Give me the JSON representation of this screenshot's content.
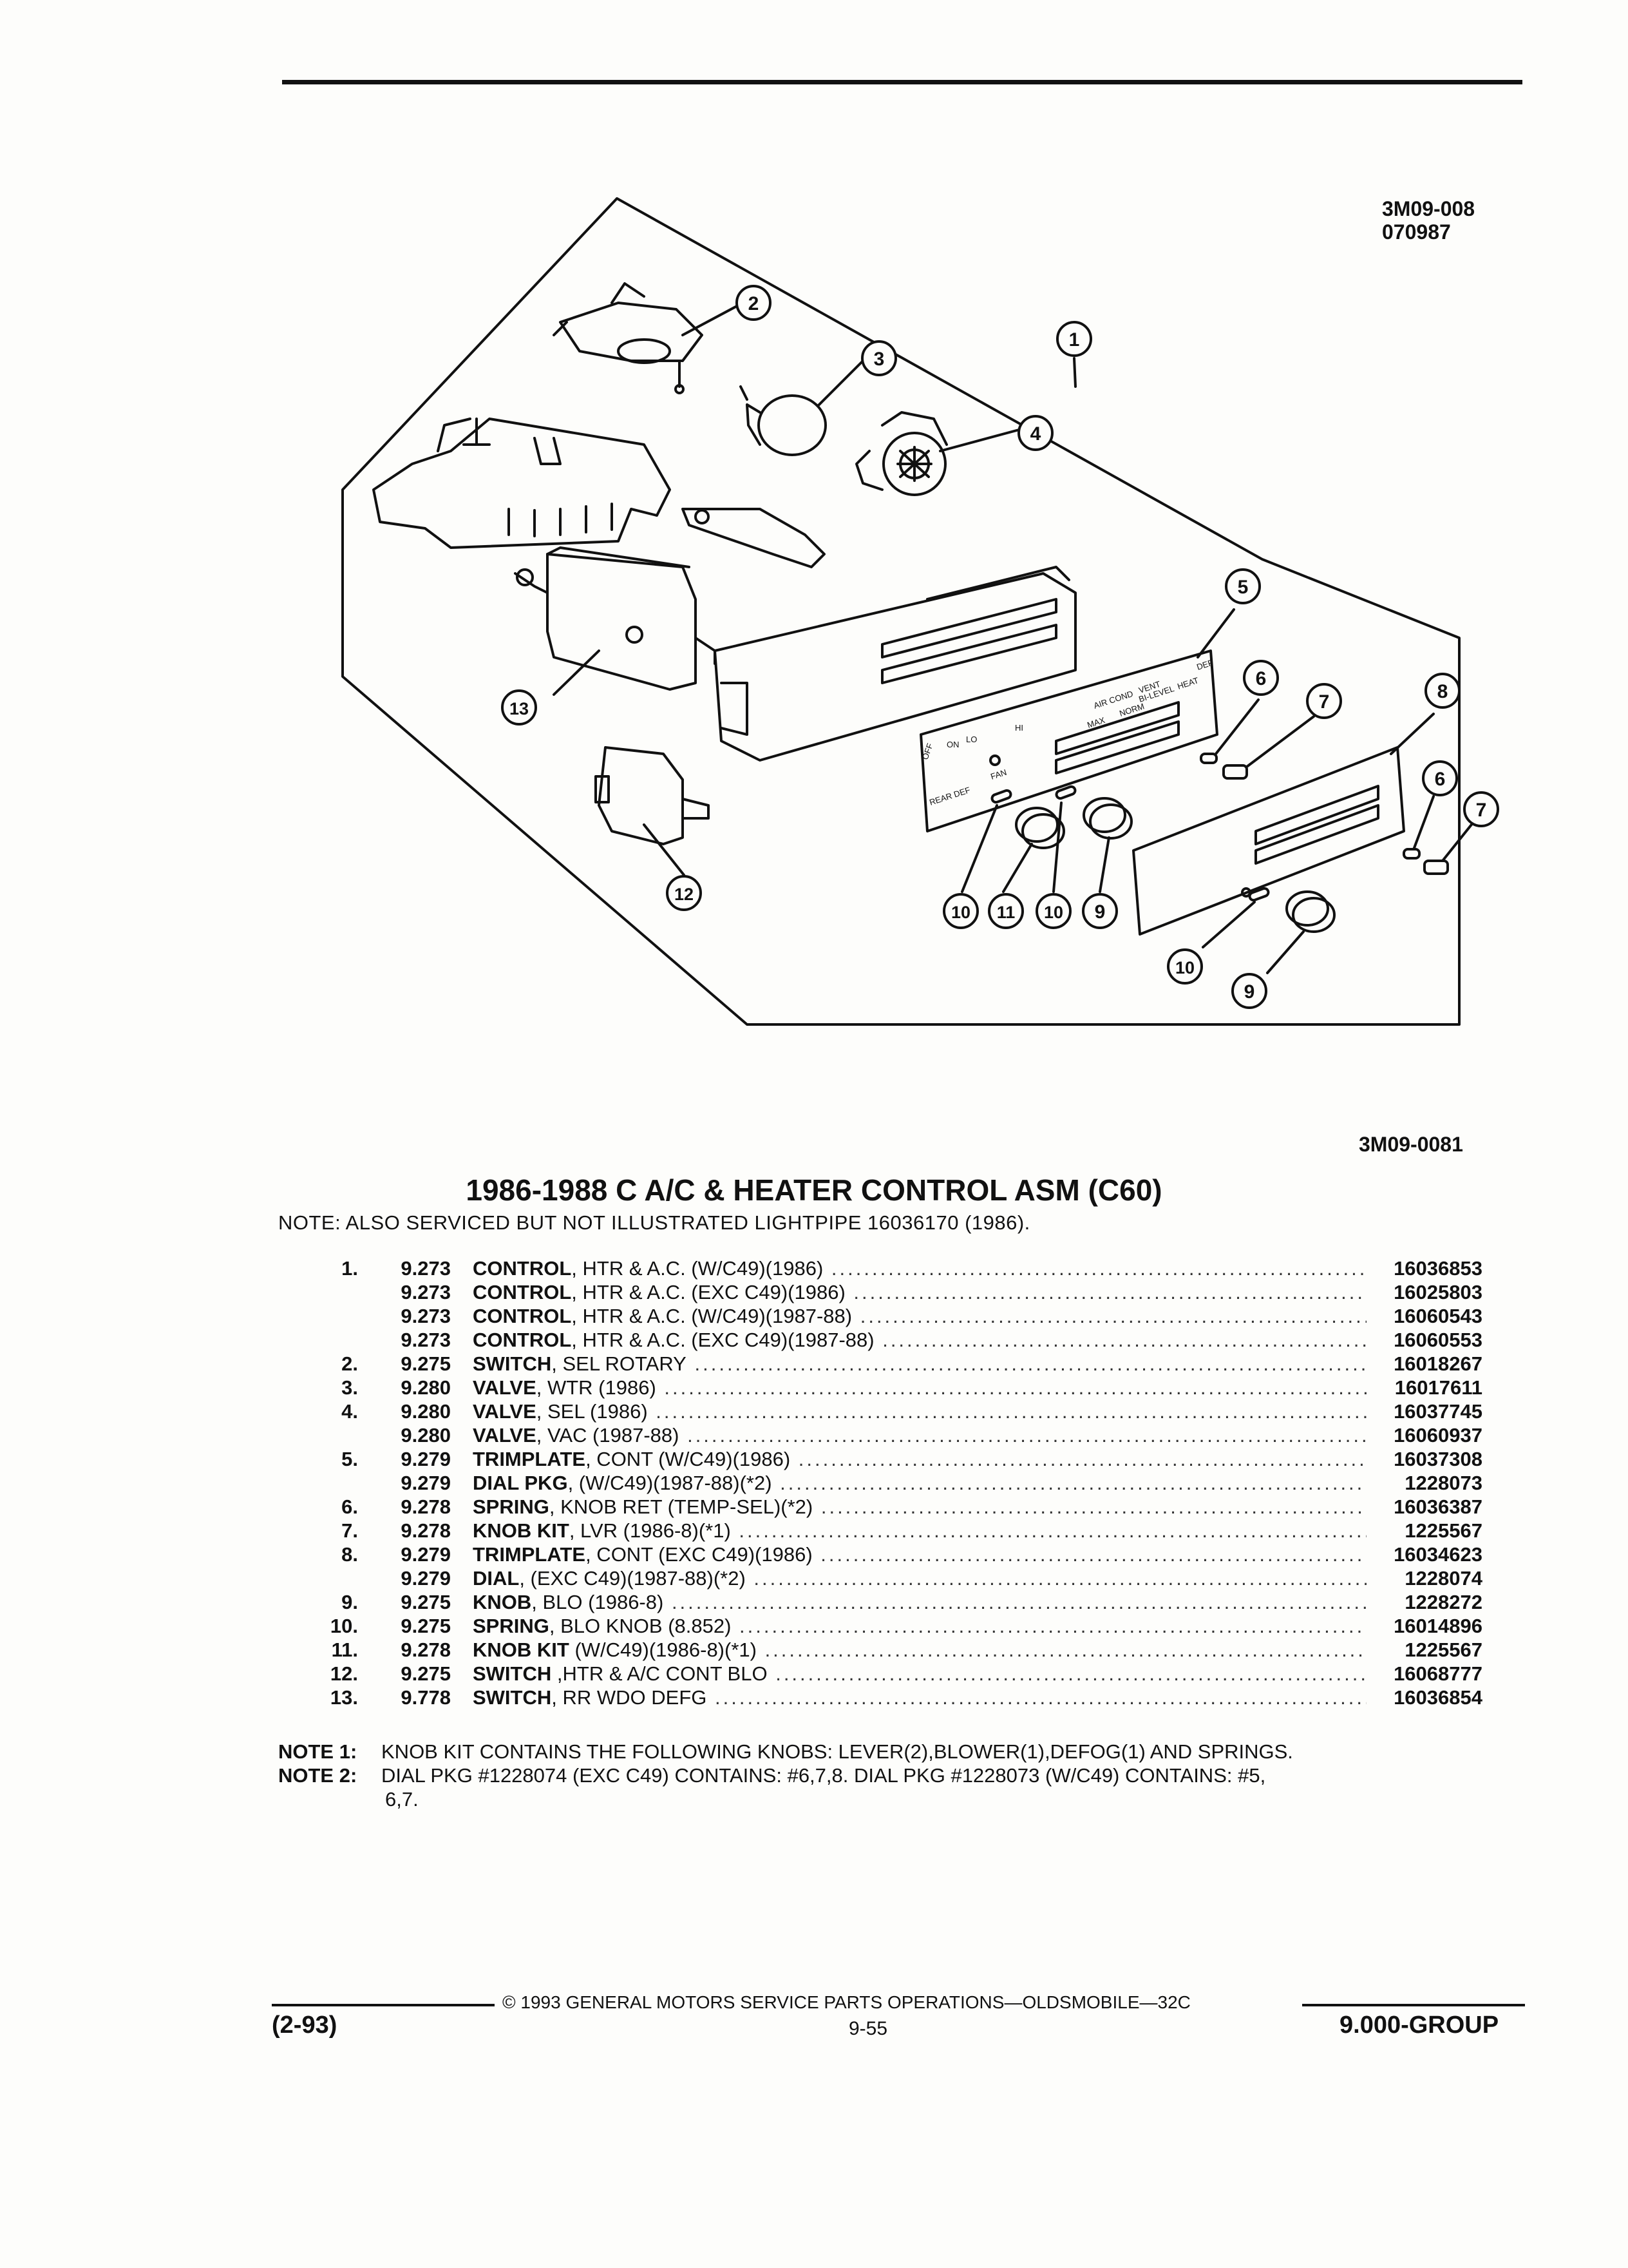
{
  "header": {
    "fig_code_1": "3M09-008",
    "fig_code_2": "070987",
    "fig_code_bottom": "3M09-0081"
  },
  "callouts": {
    "c1": "1",
    "c2": "2",
    "c3": "3",
    "c4": "4",
    "c5": "5",
    "c6a": "6",
    "c7a": "7",
    "c8": "8",
    "c6b": "6",
    "c7b": "7",
    "c13": "13",
    "c12": "12",
    "c10a": "10",
    "c11": "11",
    "c10b": "10",
    "c9a": "9",
    "c10c": "10",
    "c9b": "9"
  },
  "panel_labels": {
    "off": "OFF",
    "on": "ON",
    "lo": "LO",
    "hi": "HI",
    "rear_def": "REAR DEF",
    "fan": "FAN",
    "air_cond": "AIR COND",
    "vent": "VENT",
    "heat": "HEAT",
    "def": "DEF",
    "max": "MAX",
    "norm": "NORM",
    "bi_level": "BI-LEVEL"
  },
  "title": "1986-1988 C A/C & HEATER CONTROL ASM (C60)",
  "note_top": "NOTE:  ALSO SERVICED BUT NOT ILLUSTRATED LIGHTPIPE 16036170 (1986).",
  "parts": [
    {
      "num": "1.",
      "group": "9.273",
      "name": "CONTROL",
      "spec": ", HTR & A.C. (W/C49)(1986)",
      "pn": "16036853"
    },
    {
      "num": "",
      "group": "9.273",
      "name": "CONTROL",
      "spec": ", HTR & A.C. (EXC C49)(1986)",
      "pn": "16025803"
    },
    {
      "num": "",
      "group": "9.273",
      "name": "CONTROL",
      "spec": ", HTR & A.C. (W/C49)(1987-88)",
      "pn": "16060543"
    },
    {
      "num": "",
      "group": "9.273",
      "name": "CONTROL",
      "spec": ", HTR & A.C. (EXC C49)(1987-88)",
      "pn": "16060553"
    },
    {
      "num": "2.",
      "group": "9.275",
      "name": "SWITCH",
      "spec": ", SEL ROTARY",
      "pn": "16018267"
    },
    {
      "num": "3.",
      "group": "9.280",
      "name": "VALVE",
      "spec": ", WTR (1986)",
      "pn": "16017611"
    },
    {
      "num": "4.",
      "group": "9.280",
      "name": "VALVE",
      "spec": ", SEL (1986)",
      "pn": "16037745"
    },
    {
      "num": "",
      "group": "9.280",
      "name": "VALVE",
      "spec": ", VAC (1987-88)",
      "pn": "16060937"
    },
    {
      "num": "5.",
      "group": "9.279",
      "name": "TRIMPLATE",
      "spec": ", CONT (W/C49)(1986)",
      "pn": "16037308"
    },
    {
      "num": "",
      "group": "9.279",
      "name": "DIAL PKG",
      "spec": ", (W/C49)(1987-88)(*2)",
      "pn": "1228073"
    },
    {
      "num": "6.",
      "group": "9.278",
      "name": "SPRING",
      "spec": ", KNOB RET (TEMP-SEL)(*2)",
      "pn": "16036387"
    },
    {
      "num": "7.",
      "group": "9.278",
      "name": "KNOB KIT",
      "spec": ", LVR (1986-8)(*1)",
      "pn": "1225567"
    },
    {
      "num": "8.",
      "group": "9.279",
      "name": "TRIMPLATE",
      "spec": ", CONT (EXC C49)(1986)",
      "pn": "16034623"
    },
    {
      "num": "",
      "group": "9.279",
      "name": "DIAL",
      "spec": ", (EXC C49)(1987-88)(*2)",
      "pn": "1228074"
    },
    {
      "num": "9.",
      "group": "9.275",
      "name": "KNOB",
      "spec": ", BLO (1986-8)",
      "pn": "1228272"
    },
    {
      "num": "10.",
      "group": "9.275",
      "name": "SPRING",
      "spec": ", BLO KNOB (8.852)",
      "pn": "16014896"
    },
    {
      "num": "11.",
      "group": "9.278",
      "name": "KNOB KIT",
      "spec": " (W/C49)(1986-8)(*1)",
      "pn": "1225567"
    },
    {
      "num": "12.",
      "group": "9.275",
      "name": "SWITCH",
      "spec": " ,HTR & A/C CONT BLO",
      "pn": "16068777"
    },
    {
      "num": "13.",
      "group": "9.778",
      "name": "SWITCH",
      "spec": ", RR WDO DEFG",
      "pn": "16036854"
    }
  ],
  "notes": {
    "n1_label": "NOTE  1:",
    "n1_text": "KNOB KIT CONTAINS THE FOLLOWING KNOBS: LEVER(2),BLOWER(1),DEFOG(1) AND SPRINGS.",
    "n2_label": "NOTE  2:",
    "n2_text": "DIAL PKG #1228074 (EXC C49) CONTAINS: #6,7,8. DIAL PKG #1228073 (W/C49) CONTAINS: #5,",
    "n2_cont": "6,7."
  },
  "footer": {
    "copyright": "©  1993  GENERAL MOTORS SERVICE PARTS OPERATIONS—OLDSMOBILE—32C",
    "date": "(2-93)",
    "page": "9-55",
    "group": "9.000-GROUP"
  }
}
